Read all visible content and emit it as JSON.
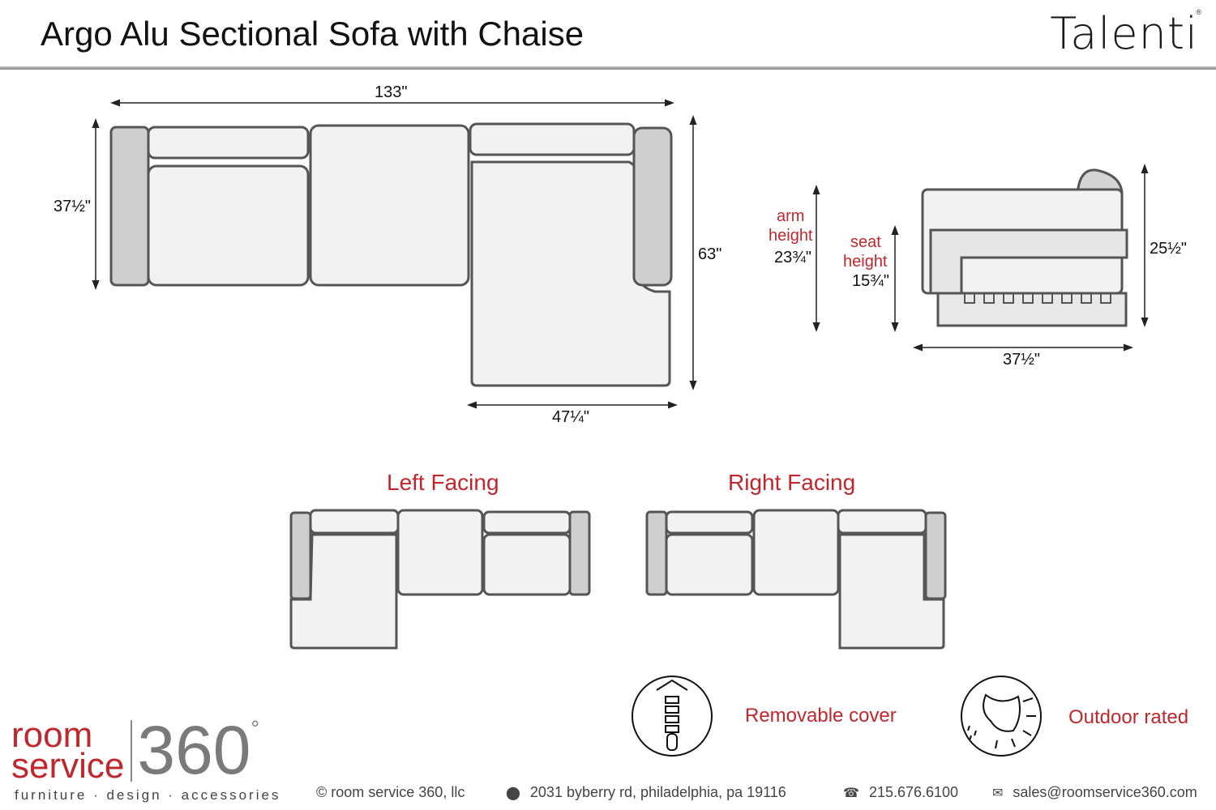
{
  "header": {
    "title": "Argo Alu Sectional Sofa with Chaise",
    "brand": "Talenti",
    "registered_mark": "®"
  },
  "dimensions": {
    "total_width": "133\"",
    "depth": "37½\"",
    "chaise_length": "63\"",
    "chaise_width": "47¼\"",
    "arm_height_label_1": "arm",
    "arm_height_label_2": "height",
    "arm_height": "23¾\"",
    "seat_height_label_1": "seat",
    "seat_height_label_2": "height",
    "seat_height": "15¾\"",
    "overall_height": "25½\"",
    "side_depth": "37½\""
  },
  "configurations": {
    "left": "Left Facing",
    "right": "Right Facing"
  },
  "features": {
    "removable_cover": "Removable cover",
    "outdoor_rated": "Outdoor rated"
  },
  "footer": {
    "logo_word_1": "room",
    "logo_word_2": "service",
    "logo_number": "360",
    "logo_degree": "°",
    "tagline": "furniture  ·  design  ·  accessories",
    "copyright": "© room service 360, llc",
    "address": "2031 byberry rd, philadelphia, pa 19116",
    "phone": "215.676.6100",
    "email": "sales@roomservice360.com"
  },
  "colors": {
    "accent": "#c0272d",
    "outline": "#555555",
    "fill": "#f2f2f2"
  },
  "icons": [
    "zipper-icon",
    "sun-rain-icon",
    "location-pin-icon",
    "phone-icon",
    "envelope-icon"
  ]
}
